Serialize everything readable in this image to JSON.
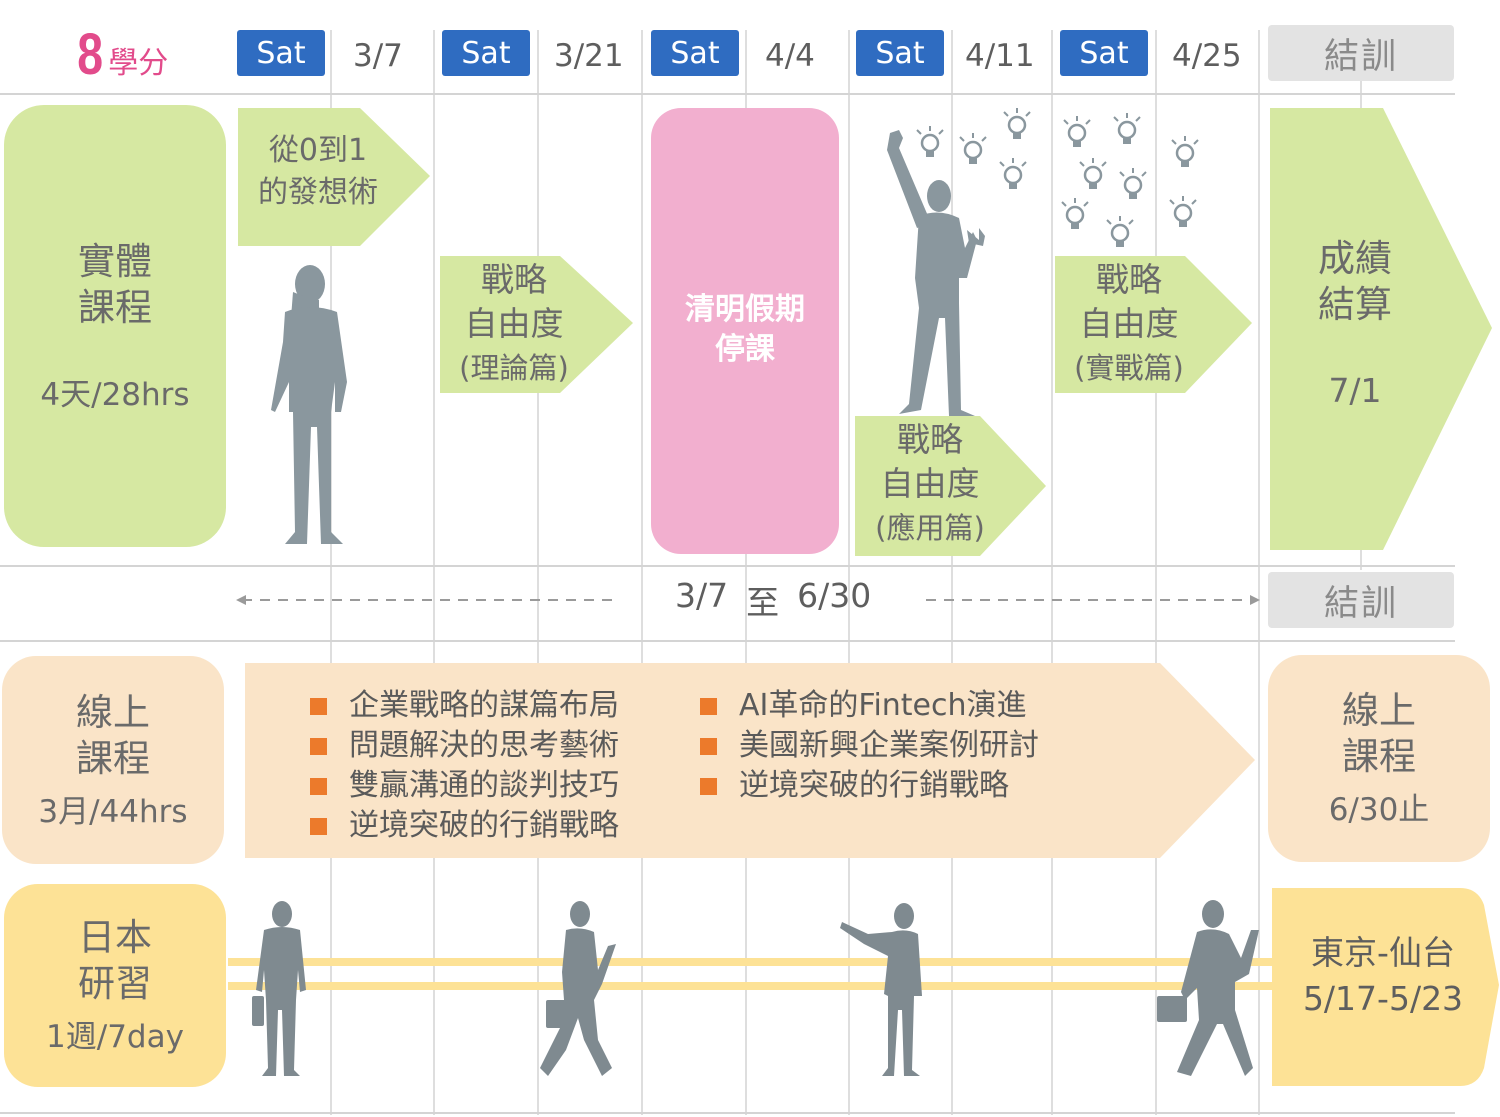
{
  "credits": {
    "number": "8",
    "label": "學分"
  },
  "schedule_header": [
    {
      "day": "Sat",
      "date": "3/7"
    },
    {
      "day": "Sat",
      "date": "3/21"
    },
    {
      "day": "Sat",
      "date": "4/4"
    },
    {
      "day": "Sat",
      "date": "4/11"
    },
    {
      "day": "Sat",
      "date": "4/25"
    }
  ],
  "graduation_label": "結訓",
  "physical_course": {
    "line1": "實體",
    "line2": "課程",
    "duration": "4天/28hrs"
  },
  "sessions": {
    "ideation": {
      "line1": "從0到1",
      "line2": "的發想術"
    },
    "strategy_theory": {
      "line1": "戰略",
      "line2": "自由度",
      "line3": "(理論篇)"
    },
    "holiday": {
      "line1": "清明假期",
      "line2": "停課"
    },
    "strategy_application": {
      "line1": "戰略",
      "line2": "自由度",
      "line3": "(應用篇)"
    },
    "strategy_practice": {
      "line1": "戰略",
      "line2": "自由度",
      "line3": "(實戰篇)"
    },
    "final_grades": {
      "line1": "成績",
      "line2": "結算",
      "date": "7/1"
    }
  },
  "online_period": {
    "start": "3/7",
    "connector": "至",
    "end": "6/30"
  },
  "online_course_left": {
    "line1": "線上",
    "line2": "課程",
    "duration": "3月/44hrs"
  },
  "online_topics_col1": [
    "企業戰略的謀篇布局",
    "問題解決的思考藝術",
    "雙贏溝通的談判技巧",
    "逆境突破的行銷戰略"
  ],
  "online_topics_col2": [
    "AI革命的Fintech演進",
    "美國新興企業案例研討",
    "逆境突破的行銷戰略"
  ],
  "online_course_right": {
    "line1": "線上",
    "line2": "課程",
    "end": "6/30止"
  },
  "japan_study": {
    "line1": "日本",
    "line2": "研習",
    "duration": "1週/7day"
  },
  "japan_trip": {
    "route": "東京-仙台",
    "dates": "5/17-5/23"
  },
  "colors": {
    "sat_blue": "#2f6cc1",
    "green": "#d6e8a2",
    "pink": "#f2afcf",
    "peach": "#fae4c8",
    "yellow": "#fde296",
    "bullet_orange": "#ec7a2b",
    "credit_pink": "#e24b8b",
    "silhouette": "#8a979e"
  }
}
